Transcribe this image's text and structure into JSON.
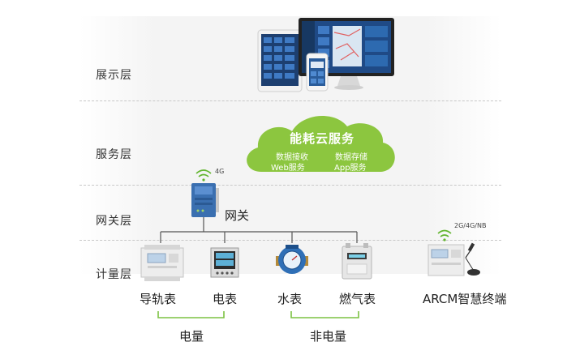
{
  "layers": {
    "display": "展示层",
    "service": "服务层",
    "gateway": "网关层",
    "metering": "计量层"
  },
  "cloud": {
    "title": "能耗云服务",
    "items": [
      "数据接收",
      "数据存储",
      "Web服务",
      "App服务"
    ]
  },
  "gateway": {
    "label": "网关",
    "signal": "4G"
  },
  "devices": [
    {
      "label": "导轨表",
      "icon": "din-rail-meter-icon"
    },
    {
      "label": "电表",
      "icon": "panel-power-meter-icon"
    },
    {
      "label": "水表",
      "icon": "water-meter-icon"
    },
    {
      "label": "燃气表",
      "icon": "gas-meter-icon"
    },
    {
      "label": "ARCM智慧终端",
      "icon": "smart-terminal-icon"
    }
  ],
  "terminal_signal": "2G/4G/NB",
  "groups": {
    "electric": "电量",
    "non_electric": "非电量"
  },
  "colors": {
    "cloud_green": "#8cc63f",
    "bracket_green": "#7cc242",
    "wifi_green": "#62b52e",
    "line": "#555555"
  }
}
